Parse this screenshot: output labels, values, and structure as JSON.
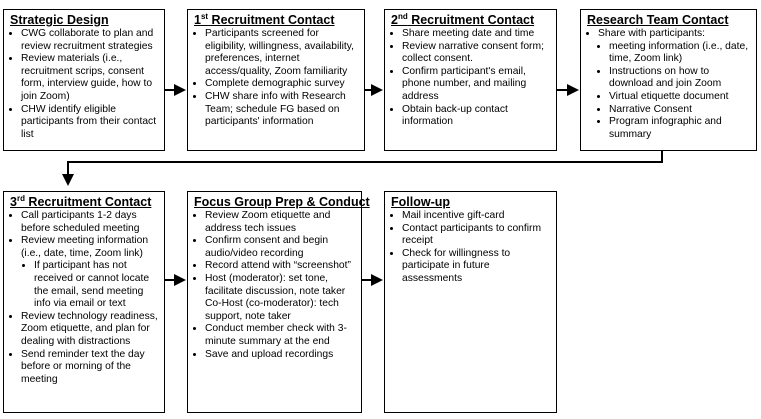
{
  "boxes": {
    "strategic_design": {
      "title": "Strategic Design",
      "items": [
        "CWG collaborate to plan and review recruitment strategies",
        "Review materials (i.e., recruitment scrips, consent form, interview guide, how to join Zoom)",
        "CHW identify eligible participants from their contact list"
      ]
    },
    "first_contact": {
      "title_sup": "st",
      "title_num": "1",
      "title_rest": " Recruitment Contact",
      "items": [
        "Participants screened for eligibility, willingness, availability, preferences, internet access/quality, Zoom familiarity",
        "Complete demographic survey",
        "CHW share info with Research Team; schedule FG based on participants' information"
      ]
    },
    "second_contact": {
      "title_num": "2",
      "title_sup": "nd",
      "title_rest": " Recruitment Contact",
      "items": [
        "Share meeting date and time",
        "Review narrative consent form; collect consent.",
        "Confirm participant's email, phone number, and mailing address",
        "Obtain back-up contact information"
      ]
    },
    "research_team": {
      "title": "Research Team Contact",
      "intro": "Share with participants:",
      "items": [
        "meeting information (i.e., date, time, Zoom link)",
        "Instructions on how to download and join Zoom",
        "Virtual etiquette document",
        "Narrative Consent",
        "Program infographic and summary"
      ]
    },
    "third_contact": {
      "title_num": "3",
      "title_sup": "rd",
      "title_rest": " Recruitment Contact",
      "items": [
        "Call participants 1-2 days before scheduled meeting",
        "Review meeting information (i.e., date, time, Zoom link)"
      ],
      "sub_items": [
        "If participant has not received or cannot locate the email, send meeting info via email or text"
      ],
      "items_after": [
        "Review technology readiness, Zoom etiquette, and plan for dealing with distractions",
        "Send reminder text the day before or morning of the meeting"
      ]
    },
    "focus_group": {
      "title": "Focus Group Prep & Conduct",
      "items": [
        "Review Zoom etiquette and address tech issues",
        "Confirm consent and begin audio/video recording",
        "Record attend with “screenshot”",
        "Host (moderator): set tone, facilitate discussion, note taker Co-Host (co-moderator): tech support, note taker",
        "Conduct member check with 3-minute summary at the end",
        "Save and upload recordings"
      ]
    },
    "follow_up": {
      "title": "Follow-up",
      "items": [
        "Mail incentive gift-card",
        "Contact participants to confirm receipt",
        "Check for willingness to participate in future assessments"
      ]
    }
  }
}
